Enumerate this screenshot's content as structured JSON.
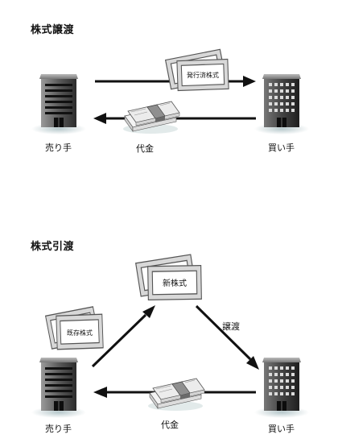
{
  "sections": [
    {
      "title": "株式譲渡",
      "seller": "売り手",
      "buyer": "買い手",
      "certificate": "発行済株式",
      "payment": "代金"
    },
    {
      "title": "株式引渡",
      "seller": "売り手",
      "buyer": "買い手",
      "new_certificate": "新株式",
      "existing_certificate": "既存株式",
      "transfer": "譲渡",
      "payment": "代金"
    }
  ]
}
